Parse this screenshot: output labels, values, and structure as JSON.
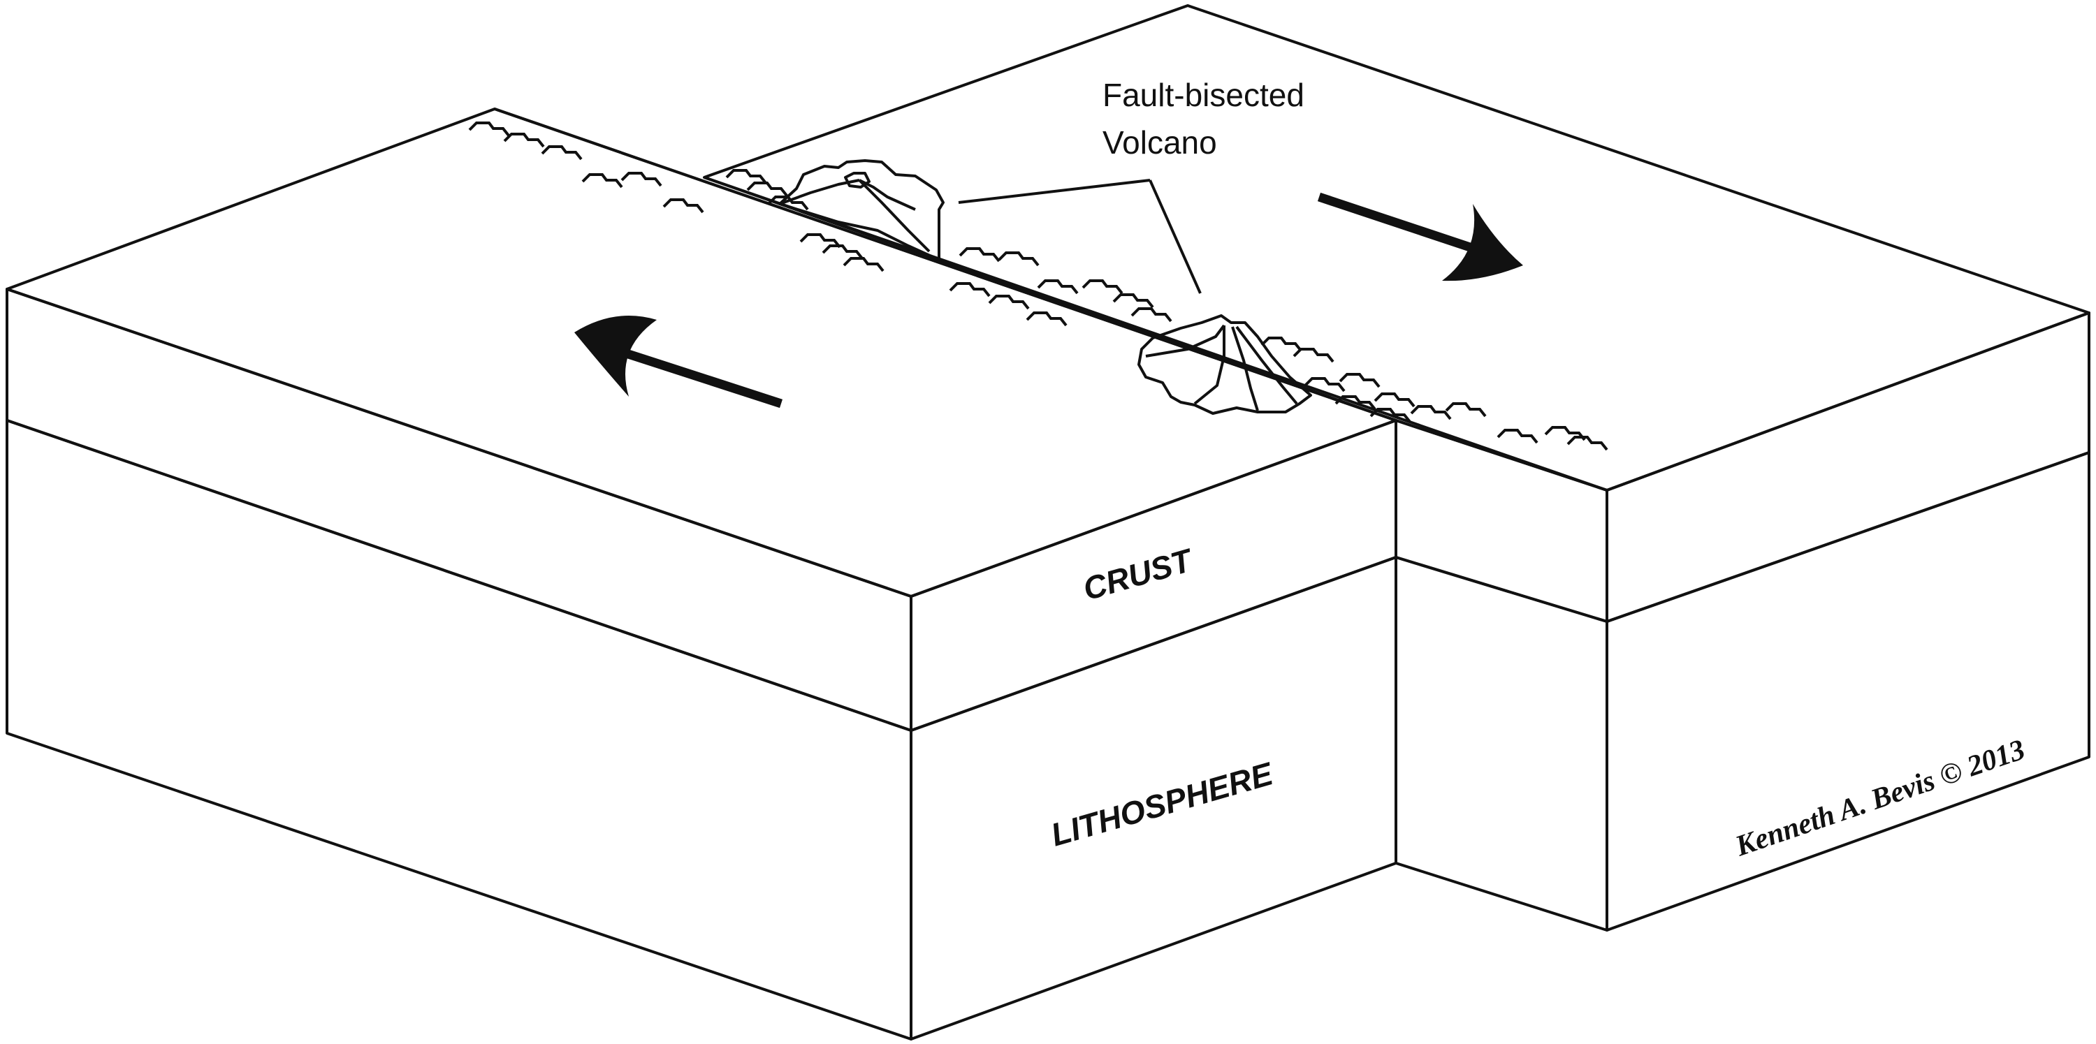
{
  "labels": {
    "volcano_line1": "Fault-bisected",
    "volcano_line2": "Volcano",
    "crust": "CRUST",
    "lithosphere": "LITHOSPHERE",
    "copyright": "Kenneth A. Bevis © 2013"
  },
  "colors": {
    "crust_top": "#CC9900",
    "crust_side": "#CC9900",
    "lithosphere": "#C44500",
    "volcano": "#BAC4AE",
    "outline": "#111111"
  },
  "icons": {
    "left_arrow": "arrow-left-motion",
    "right_arrow": "arrow-right-motion"
  }
}
